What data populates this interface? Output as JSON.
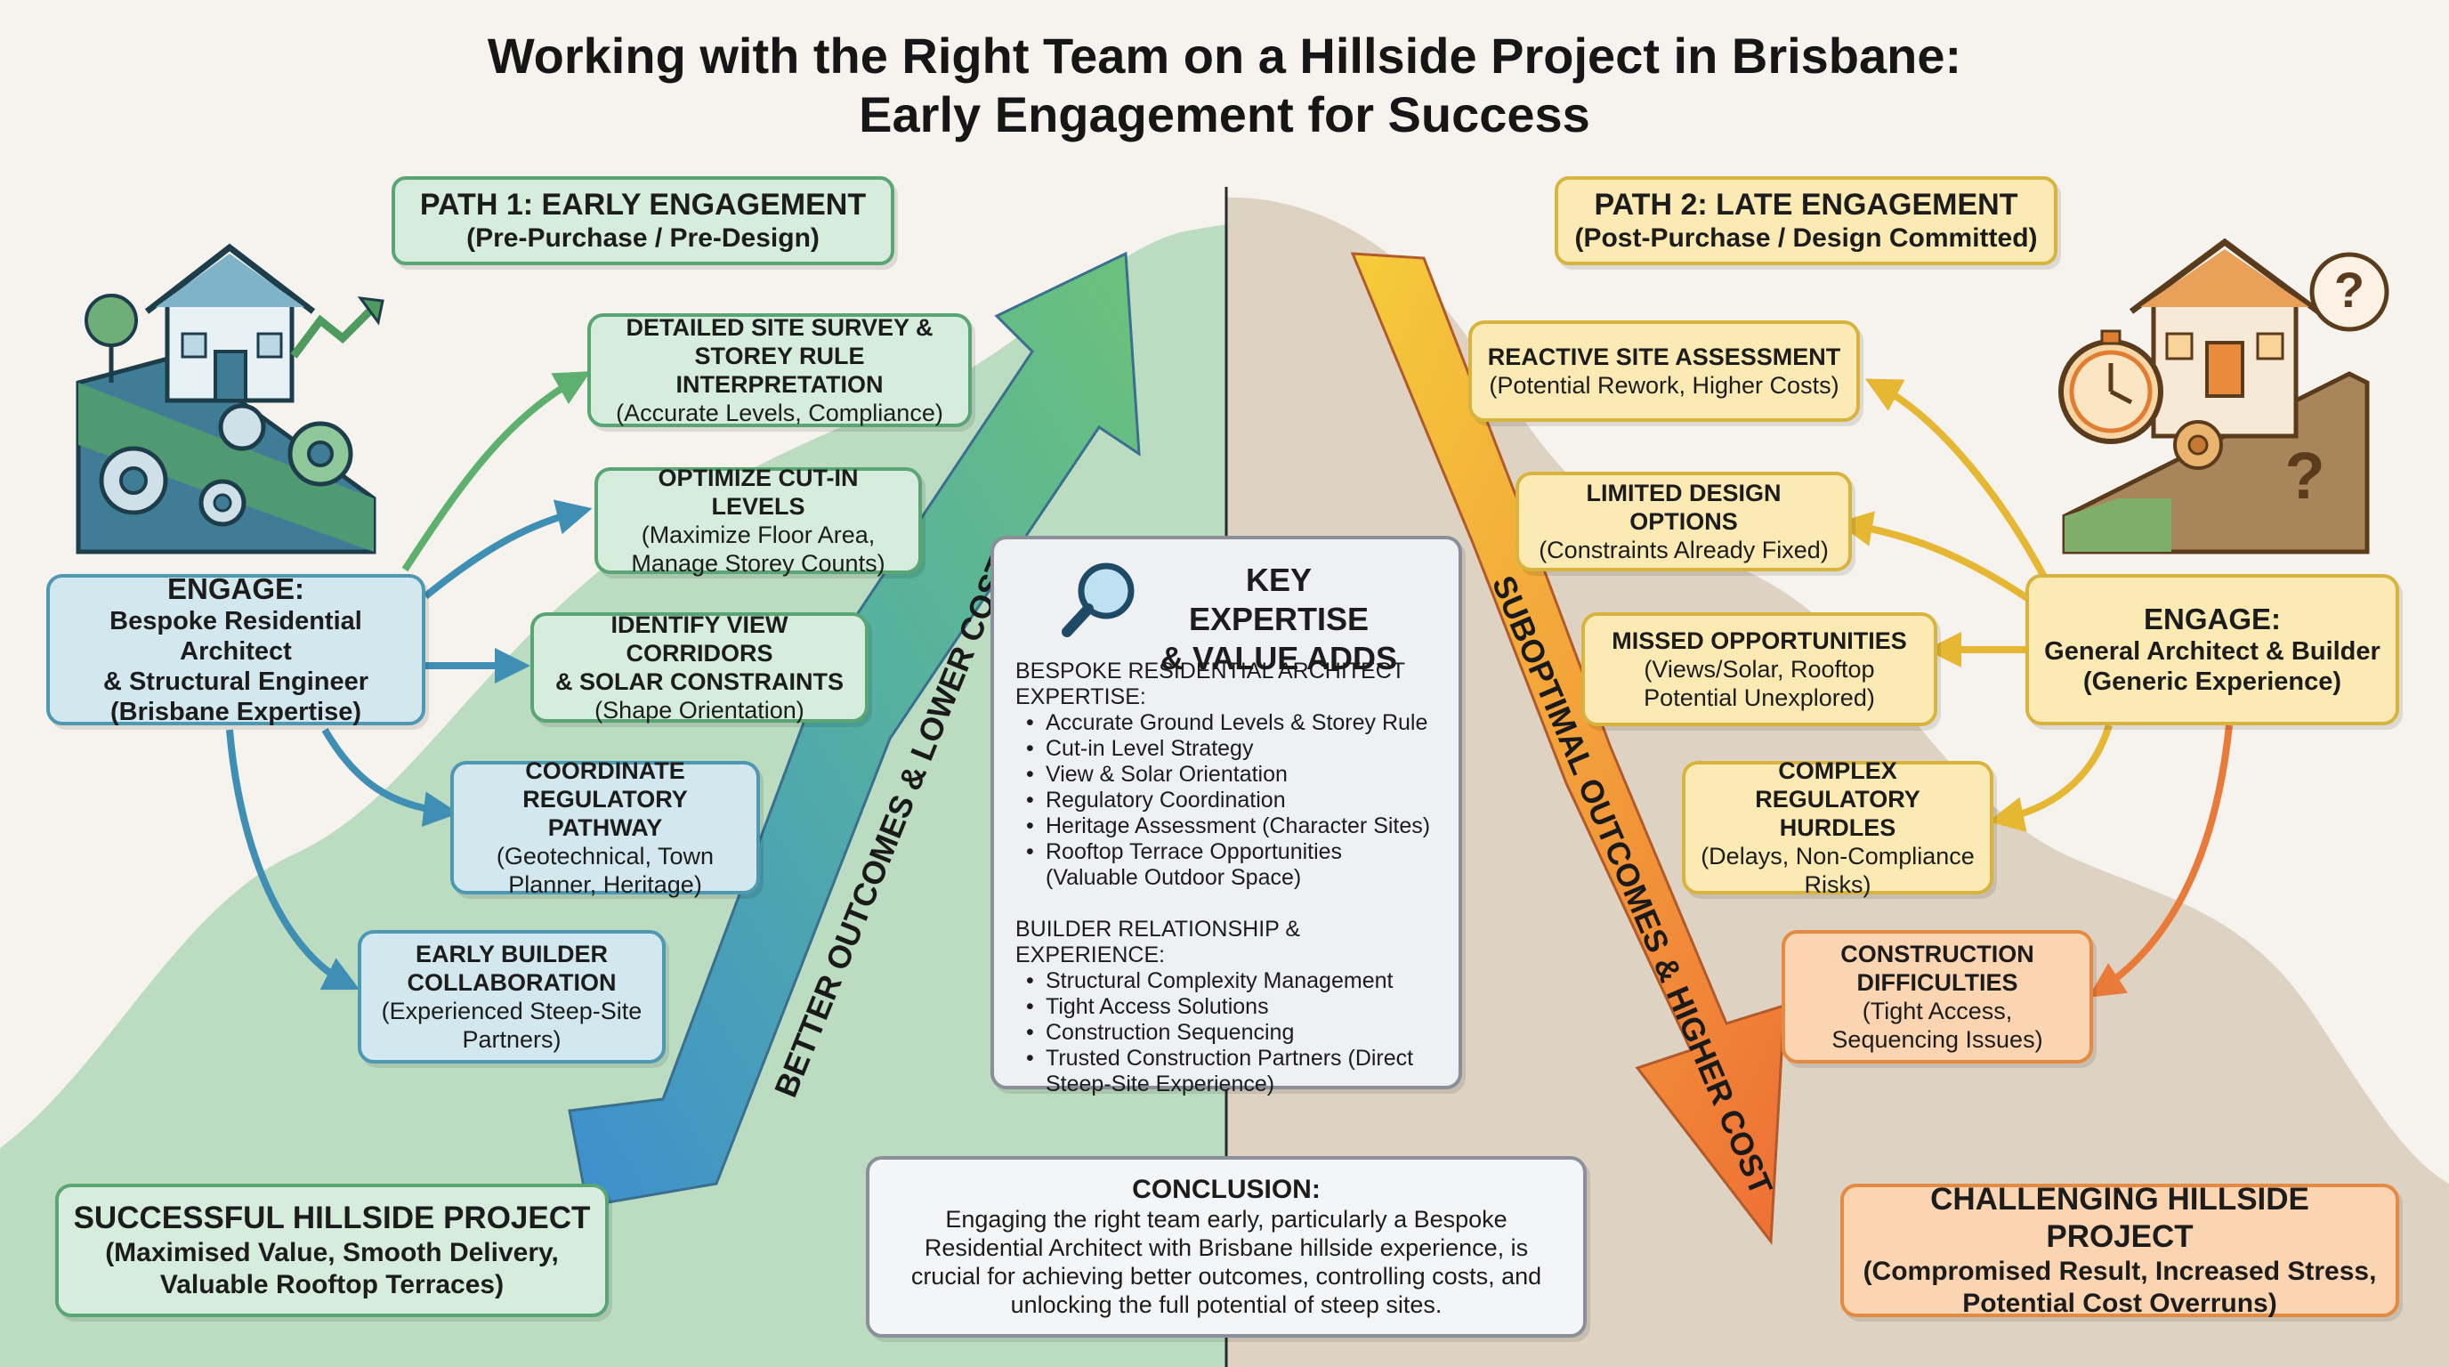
{
  "title": {
    "line1": "Working with the Right Team on a Hillside Project in Brisbane:",
    "line2": "Early Engagement for Success"
  },
  "colors": {
    "green_hill": "#b9dcbf",
    "tan_hill": "#ddd2c1",
    "blue_arrow": "#4a9ec8",
    "green_arrow": "#6cbf7a",
    "yellow_arrow": "#f2c23a",
    "orange_arrow": "#ef7d3a"
  },
  "path1": {
    "title": "PATH 1: EARLY ENGAGEMENT",
    "subtitle": "(Pre-Purchase / Pre-Design)",
    "icon": "house-on-hill-with-gears-and-growth-arrow-icon",
    "engage": {
      "title": "ENGAGE:",
      "lines": [
        "Bespoke Residential Architect",
        "& Structural Engineer",
        "(Brisbane Expertise)"
      ]
    },
    "steps": [
      {
        "title": [
          "DETAILED SITE SURVEY &",
          "STOREY RULE INTERPRETATION"
        ],
        "sub": [
          "(Accurate Levels, Compliance)"
        ]
      },
      {
        "title": [
          "OPTIMIZE CUT-IN LEVELS"
        ],
        "sub": [
          "(Maximize Floor Area,",
          "Manage Storey Counts)"
        ]
      },
      {
        "title": [
          "IDENTIFY VIEW CORRIDORS",
          "& SOLAR CONSTRAINTS"
        ],
        "sub": [
          "(Shape Orientation)"
        ]
      },
      {
        "title": [
          "COORDINATE",
          "REGULATORY PATHWAY"
        ],
        "sub": [
          "(Geotechnical, Town",
          "Planner, Heritage)"
        ]
      },
      {
        "title": [
          "EARLY BUILDER",
          "COLLABORATION"
        ],
        "sub": [
          "(Experienced Steep-Site",
          "Partners)"
        ]
      }
    ],
    "result": {
      "title": "SUCCESSFUL HILLSIDE PROJECT",
      "lines": [
        "(Maximised Value, Smooth Delivery,",
        "Valuable Rooftop Terraces)"
      ]
    },
    "arrow_label": "BETTER OUTCOMES & LOWER COST"
  },
  "path2": {
    "title": "PATH 2: LATE ENGAGEMENT",
    "subtitle": "(Post-Purchase / Design Committed)",
    "icon": "house-with-stopwatch-and-question-marks-icon",
    "engage": {
      "title": "ENGAGE:",
      "lines": [
        "General Architect & Builder",
        "(Generic Experience)"
      ]
    },
    "steps": [
      {
        "title": [
          "REACTIVE SITE ASSESSMENT"
        ],
        "sub": [
          "(Potential Rework, Higher Costs)"
        ]
      },
      {
        "title": [
          "LIMITED DESIGN OPTIONS"
        ],
        "sub": [
          "(Constraints Already Fixed)"
        ]
      },
      {
        "title": [
          "MISSED OPPORTUNITIES"
        ],
        "sub": [
          "(Views/Solar, Rooftop",
          "Potential Unexplored)"
        ]
      },
      {
        "title": [
          "COMPLEX REGULATORY",
          "HURDLES"
        ],
        "sub": [
          "(Delays, Non-Compliance",
          "Risks)"
        ]
      },
      {
        "title": [
          "CONSTRUCTION",
          "DIFFICULTIES"
        ],
        "sub": [
          "(Tight Access,",
          "Sequencing Issues)"
        ]
      }
    ],
    "result": {
      "title": "CHALLENGING HILLSIDE PROJECT",
      "lines": [
        "(Compromised Result, Increased Stress,",
        "Potential Cost Overruns)"
      ]
    },
    "arrow_label": "SUBOPTIMAL OUTCOMES & HIGHER COST"
  },
  "key_expertise": {
    "title": [
      "KEY EXPERTISE",
      "& VALUE ADDS"
    ],
    "icon": "magnifying-glass-icon",
    "section1_title": [
      "BESPOKE RESIDENTIAL ARCHITECT",
      "EXPERTISE:"
    ],
    "section1_items": [
      [
        "Accurate Ground Levels & Storey Rule"
      ],
      [
        "Cut-in Level Strategy"
      ],
      [
        "View & Solar Orientation"
      ],
      [
        "Regulatory Coordination"
      ],
      [
        "Heritage Assessment (Character Sites)"
      ],
      [
        "Rooftop Terrace Opportunities",
        "(Valuable Outdoor Space)"
      ]
    ],
    "section2_title": [
      "BUILDER RELATIONSHIP & EXPERIENCE:"
    ],
    "section2_items": [
      [
        "Structural Complexity Management"
      ],
      [
        "Tight Access Solutions"
      ],
      [
        "Construction Sequencing"
      ],
      [
        "Trusted Construction Partners (Direct",
        "Steep-Site Experience)"
      ]
    ]
  },
  "conclusion": {
    "title": "CONCLUSION:",
    "lines": [
      "Engaging the right team early, particularly a Bespoke",
      "Residential Architect with Brisbane hillside experience, is",
      "crucial for achieving better outcomes, controlling costs, and",
      "unlocking the full potential of steep sites."
    ]
  }
}
